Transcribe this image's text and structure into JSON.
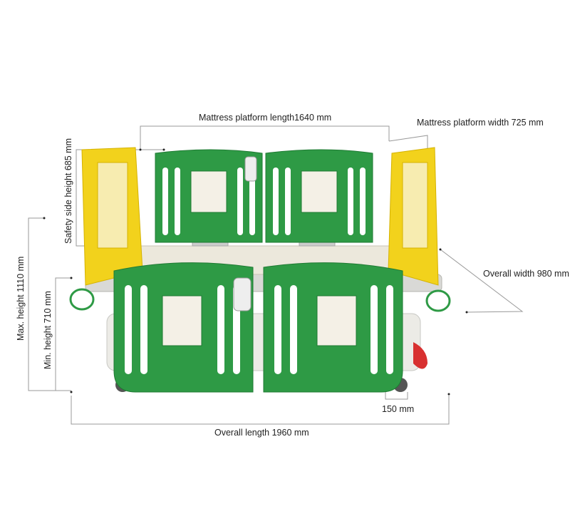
{
  "labels": {
    "platform_length": "Mattress platform length1640 mm",
    "platform_width": "Mattress platform width 725 mm",
    "safety_side_height": "Safety side height 685 mm",
    "max_height": "Max. height 1110 mm",
    "min_height": "Min. height 710 mm",
    "overall_width": "Overall width 980 mm",
    "overall_length": "Overall length 1960 mm",
    "wheel_clearance": "150 mm"
  },
  "colors": {
    "green_panel": "#2e9a45",
    "yellow_panel": "#f2d21c",
    "frame": "#d9d9d6",
    "dimension_line": "#888888"
  }
}
